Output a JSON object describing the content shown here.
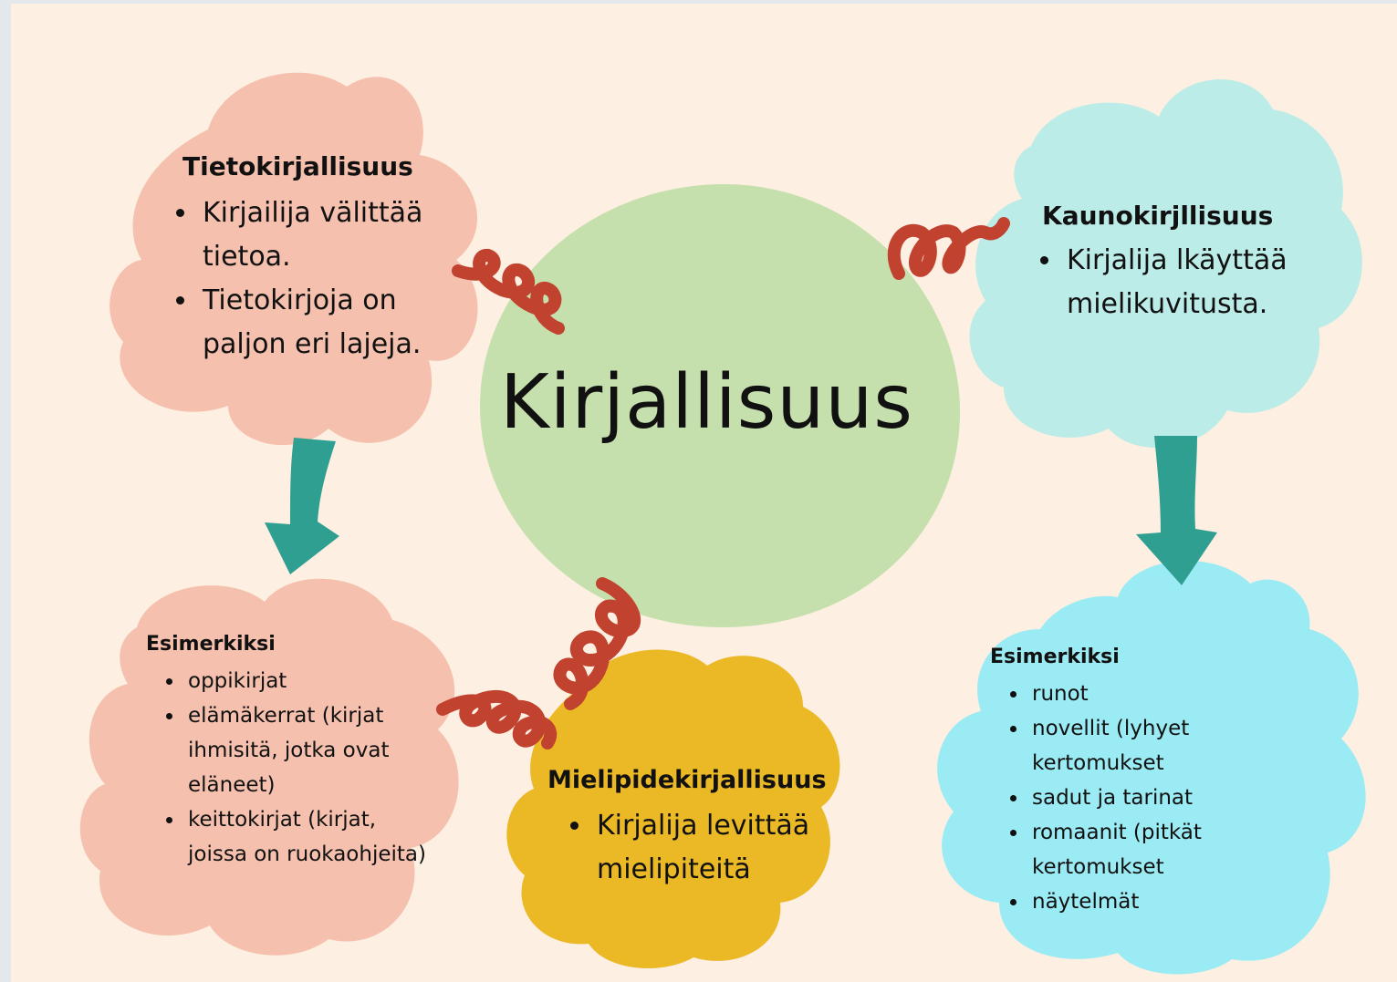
{
  "center": {
    "title": "Kirjallisuus"
  },
  "tieto": {
    "heading": "Tietokirjallisuus",
    "items": [
      "Kirjailija välittää tietoa.",
      "Tietokirjoja on paljon eri lajeja."
    ]
  },
  "tieto_examples": {
    "heading": "Esimerkiksi",
    "items": [
      "oppikirjat",
      "elämäkerrat (kirjat ihmisitä, jotka ovat eläneet)",
      "keittokirjat (kirjat, joissa on ruokaohjeita)"
    ]
  },
  "kauno": {
    "heading": "Kaunokirjllisuus",
    "items": [
      "Kirjalija lkäyttää mielikuvitusta."
    ]
  },
  "kauno_examples": {
    "heading": "Esimerkiksi",
    "items": [
      "runot",
      "novellit (lyhyet kertomukset",
      "sadut ja tarinat",
      "romaanit (pitkät kertomukset",
      "näytelmät"
    ]
  },
  "mielipide": {
    "heading": "Mielipidekirjallisuus",
    "items": [
      "Kirjalija levittää mielipiteitä"
    ]
  },
  "colors": {
    "background": "#fdefe1",
    "salmon_cloud": "#f5c0ad",
    "light_cyan_cloud": "#bcece8",
    "cyan_cloud": "#9aebf4",
    "yellow_cloud": "#ebb826",
    "center_circle": "#c6e0ad",
    "arrow": "#2f9f92",
    "squiggle": "#c0422f"
  }
}
